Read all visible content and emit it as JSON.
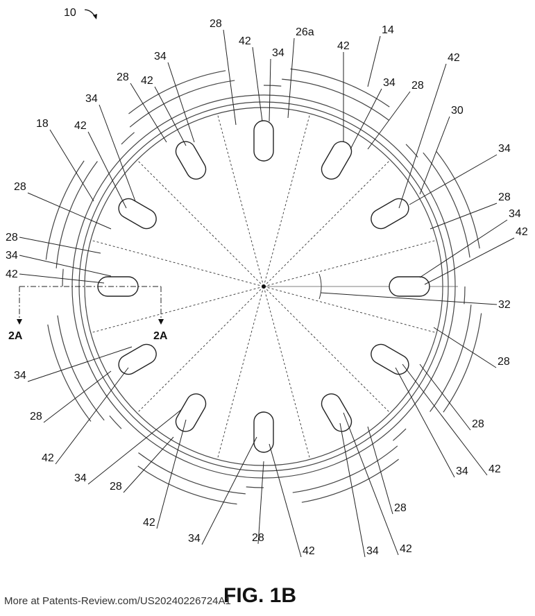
{
  "figure": {
    "title": "FIG. 1B",
    "footer": "More at Patents-Review.com/US20240226724A1",
    "assembly_ref": "10",
    "section_labels": [
      "2A",
      "2A"
    ],
    "reference_labels": [
      "28",
      "42",
      "34",
      "26a",
      "14",
      "42",
      "34",
      "28",
      "42",
      "30",
      "34",
      "28",
      "34",
      "42",
      "32",
      "28",
      "28",
      "42",
      "34",
      "28",
      "42",
      "34",
      "42",
      "28",
      "34",
      "42",
      "28",
      "34",
      "42",
      "28",
      "34",
      "42",
      "34",
      "28",
      "28",
      "18",
      "42",
      "34",
      "28",
      "42",
      "34"
    ],
    "slot_count": 12
  }
}
